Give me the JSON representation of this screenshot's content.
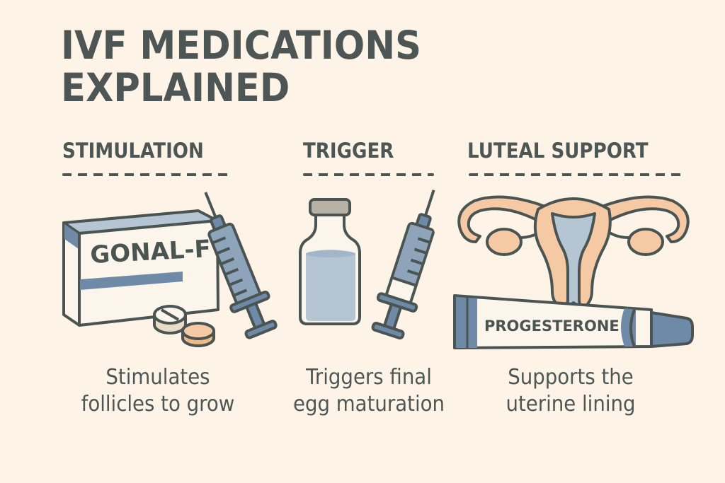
{
  "title": {
    "line1": "IVF MEDICATIONS",
    "line2": "EXPLAINED"
  },
  "columns": [
    {
      "heading": "STIMULATION",
      "illustration": [
        "medicine-box-icon",
        "syringe-icon",
        "pills-icon"
      ],
      "box_label": "GONAL-F",
      "description_line1": "Stimulates",
      "description_line2": "follicles to grow"
    },
    {
      "heading": "TRIGGER",
      "illustration": [
        "vial-icon",
        "syringe-icon"
      ],
      "description_line1": "Triggers final",
      "description_line2": "egg maturation"
    },
    {
      "heading": "LUTEAL SUPPORT",
      "illustration": [
        "uterus-icon",
        "cream-tube-icon"
      ],
      "tube_label": "PROGESTERONE",
      "description_line1": "Supports the",
      "description_line2": "uterine lining"
    }
  ],
  "colors": {
    "background": "#fdf4e7",
    "text": "#4d5655",
    "blue": "#6f8aa6",
    "light_blue": "#b5c5d3",
    "peach": "#f5c9a3",
    "cap_gray": "#b8b2a6"
  }
}
